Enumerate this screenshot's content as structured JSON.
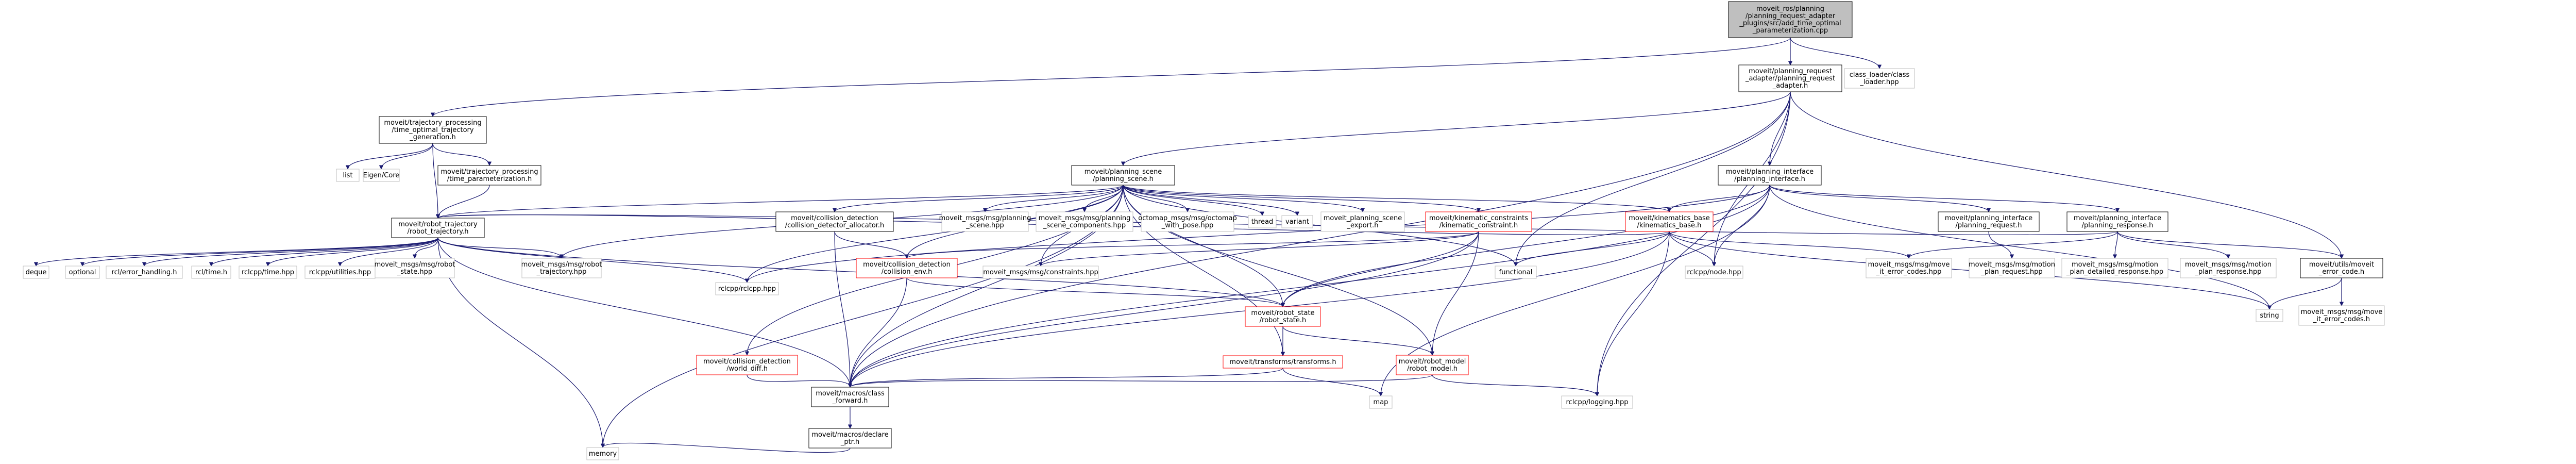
{
  "nodes": {
    "root": {
      "lines": [
        "moveit_ros/planning",
        "/planning_request_adapter",
        "_plugins/src/add_time_optimal",
        "_parameterization.cpp"
      ],
      "fill": "#bfbfbf",
      "stroke": "#000000"
    },
    "planning_request_adapter": {
      "lines": [
        "moveit/planning_request",
        "_adapter/planning_request",
        "_adapter.h"
      ],
      "fill": "#ffffff",
      "stroke": "#000000"
    },
    "class_loader": {
      "lines": [
        "class_loader/class",
        "_loader.hpp"
      ],
      "fill": "#ffffff",
      "stroke": "#bfbfbf"
    },
    "time_optimal": {
      "lines": [
        "moveit/trajectory_processing",
        "/time_optimal_trajectory",
        "_generation.h"
      ],
      "fill": "#ffffff",
      "stroke": "#000000"
    },
    "planning_scene": {
      "lines": [
        "moveit/planning_scene",
        "/planning_scene.h"
      ],
      "fill": "#ffffff",
      "stroke": "#000000"
    },
    "planning_interface": {
      "lines": [
        "moveit/planning_interface",
        "/planning_interface.h"
      ],
      "fill": "#ffffff",
      "stroke": "#000000"
    },
    "list": {
      "lines": [
        "list"
      ],
      "fill": "#ffffff",
      "stroke": "#bfbfbf"
    },
    "eigen": {
      "lines": [
        "Eigen/Core"
      ],
      "fill": "#ffffff",
      "stroke": "#bfbfbf"
    },
    "time_param": {
      "lines": [
        "moveit/trajectory_processing",
        "/time_parameterization.h"
      ],
      "fill": "#ffffff",
      "stroke": "#000000"
    },
    "collision_allocator": {
      "lines": [
        "moveit/collision_detection",
        "/collision_detector_allocator.h"
      ],
      "fill": "#ffffff",
      "stroke": "#000000"
    },
    "msg_planning_scene": {
      "lines": [
        "moveit_msgs/msg/planning",
        "_scene.hpp"
      ],
      "fill": "#ffffff",
      "stroke": "#bfbfbf"
    },
    "msg_scene_components": {
      "lines": [
        "moveit_msgs/msg/planning",
        "_scene_components.hpp"
      ],
      "fill": "#ffffff",
      "stroke": "#bfbfbf"
    },
    "octomap": {
      "lines": [
        "octomap_msgs/msg/octomap",
        "_with_pose.hpp"
      ],
      "fill": "#ffffff",
      "stroke": "#bfbfbf"
    },
    "thread": {
      "lines": [
        "thread"
      ],
      "fill": "#ffffff",
      "stroke": "#bfbfbf"
    },
    "variant": {
      "lines": [
        "variant"
      ],
      "fill": "#ffffff",
      "stroke": "#bfbfbf"
    },
    "scene_export": {
      "lines": [
        "moveit_planning_scene",
        "_export.h"
      ],
      "fill": "#ffffff",
      "stroke": "#bfbfbf"
    },
    "kinematic_constraint": {
      "lines": [
        "moveit/kinematic_constraints",
        "/kinematic_constraint.h"
      ],
      "fill": "#ffffff",
      "stroke": "#ff0000"
    },
    "kinematics_base": {
      "lines": [
        "moveit/kinematics_base",
        "/kinematics_base.h"
      ],
      "fill": "#ffffff",
      "stroke": "#ff0000"
    },
    "planning_request": {
      "lines": [
        "moveit/planning_interface",
        "/planning_request.h"
      ],
      "fill": "#ffffff",
      "stroke": "#000000"
    },
    "planning_response": {
      "lines": [
        "moveit/planning_interface",
        "/planning_response.h"
      ],
      "fill": "#ffffff",
      "stroke": "#000000"
    },
    "robot_trajectory": {
      "lines": [
        "moveit/robot_trajectory",
        "/robot_trajectory.h"
      ],
      "fill": "#ffffff",
      "stroke": "#000000"
    },
    "collision_env": {
      "lines": [
        "moveit/collision_detection",
        "/collision_env.h"
      ],
      "fill": "#ffffff",
      "stroke": "#ff0000"
    },
    "constraints_hpp": {
      "lines": [
        "moveit_msgs/msg/constraints.hpp"
      ],
      "fill": "#ffffff",
      "stroke": "#bfbfbf"
    },
    "functional": {
      "lines": [
        "functional"
      ],
      "fill": "#ffffff",
      "stroke": "#bfbfbf"
    },
    "rclcpp_node": {
      "lines": [
        "rclcpp/node.hpp"
      ],
      "fill": "#ffffff",
      "stroke": "#bfbfbf"
    },
    "moveit_error_codes": {
      "lines": [
        "moveit_msgs/msg/move",
        "_it_error_codes.hpp"
      ],
      "fill": "#ffffff",
      "stroke": "#bfbfbf"
    },
    "motion_plan_request": {
      "lines": [
        "moveit_msgs/msg/motion",
        "_plan_request.hpp"
      ],
      "fill": "#ffffff",
      "stroke": "#bfbfbf"
    },
    "motion_plan_detailed": {
      "lines": [
        "moveit_msgs/msg/motion",
        "_plan_detailed_response.hpp"
      ],
      "fill": "#ffffff",
      "stroke": "#bfbfbf"
    },
    "motion_plan_response": {
      "lines": [
        "moveit_msgs/msg/motion",
        "_plan_response.hpp"
      ],
      "fill": "#ffffff",
      "stroke": "#bfbfbf"
    },
    "moveit_error_code": {
      "lines": [
        "moveit/utils/moveit",
        "_error_code.h"
      ],
      "fill": "#ffffff",
      "stroke": "#000000"
    },
    "deque": {
      "lines": [
        "deque"
      ],
      "fill": "#ffffff",
      "stroke": "#bfbfbf"
    },
    "optional": {
      "lines": [
        "optional"
      ],
      "fill": "#ffffff",
      "stroke": "#bfbfbf"
    },
    "rcl_error": {
      "lines": [
        "rcl/error_handling.h"
      ],
      "fill": "#ffffff",
      "stroke": "#bfbfbf"
    },
    "rcl_time": {
      "lines": [
        "rcl/time.h"
      ],
      "fill": "#ffffff",
      "stroke": "#bfbfbf"
    },
    "rclcpp_time": {
      "lines": [
        "rclcpp/time.hpp"
      ],
      "fill": "#ffffff",
      "stroke": "#bfbfbf"
    },
    "rclcpp_utilities": {
      "lines": [
        "rclcpp/utilities.hpp"
      ],
      "fill": "#ffffff",
      "stroke": "#bfbfbf"
    },
    "robot_state_hpp": {
      "lines": [
        "moveit_msgs/msg/robot",
        "_state.hpp"
      ],
      "fill": "#ffffff",
      "stroke": "#bfbfbf"
    },
    "robot_trajectory_hpp": {
      "lines": [
        "moveit_msgs/msg/robot",
        "_trajectory.hpp"
      ],
      "fill": "#ffffff",
      "stroke": "#bfbfbf"
    },
    "rclcpp_hpp": {
      "lines": [
        "rclcpp/rclcpp.hpp"
      ],
      "fill": "#ffffff",
      "stroke": "#bfbfbf"
    },
    "robot_state": {
      "lines": [
        "moveit/robot_state",
        "/robot_state.h"
      ],
      "fill": "#ffffff",
      "stroke": "#ff0000"
    },
    "string": {
      "lines": [
        "string"
      ],
      "fill": "#ffffff",
      "stroke": "#bfbfbf"
    },
    "moveit_error_codes2": {
      "lines": [
        "moveit_msgs/msg/move",
        "_it_error_codes.h"
      ],
      "fill": "#ffffff",
      "stroke": "#bfbfbf"
    },
    "world_diff": {
      "lines": [
        "moveit/collision_detection",
        "/world_diff.h"
      ],
      "fill": "#ffffff",
      "stroke": "#ff0000"
    },
    "transforms": {
      "lines": [
        "moveit/transforms/transforms.h"
      ],
      "fill": "#ffffff",
      "stroke": "#ff0000"
    },
    "robot_model": {
      "lines": [
        "moveit/robot_model",
        "/robot_model.h"
      ],
      "fill": "#ffffff",
      "stroke": "#ff0000"
    },
    "class_forward": {
      "lines": [
        "moveit/macros/class",
        "_forward.h"
      ],
      "fill": "#ffffff",
      "stroke": "#000000"
    },
    "map": {
      "lines": [
        "map"
      ],
      "fill": "#ffffff",
      "stroke": "#bfbfbf"
    },
    "rclcpp_logging": {
      "lines": [
        "rclcpp/logging.hpp"
      ],
      "fill": "#ffffff",
      "stroke": "#bfbfbf"
    },
    "declare_ptr": {
      "lines": [
        "moveit/macros/declare",
        "_ptr.h"
      ],
      "fill": "#ffffff",
      "stroke": "#000000"
    },
    "memory": {
      "lines": [
        "memory"
      ],
      "fill": "#ffffff",
      "stroke": "#bfbfbf"
    }
  },
  "edges": [
    [
      "root",
      "planning_request_adapter"
    ],
    [
      "root",
      "class_loader"
    ],
    [
      "root",
      "time_optimal"
    ],
    [
      "planning_request_adapter",
      "planning_scene"
    ],
    [
      "planning_request_adapter",
      "planning_interface"
    ],
    [
      "planning_request_adapter",
      "functional"
    ],
    [
      "planning_request_adapter",
      "rclcpp_node"
    ],
    [
      "planning_request_adapter",
      "moveit_error_code"
    ],
    [
      "planning_request_adapter",
      "class_forward"
    ],
    [
      "planning_request_adapter",
      "rclcpp_logging"
    ],
    [
      "time_optimal",
      "list"
    ],
    [
      "time_optimal",
      "eigen"
    ],
    [
      "time_optimal",
      "time_param"
    ],
    [
      "time_optimal",
      "robot_trajectory"
    ],
    [
      "time_param",
      "robot_trajectory"
    ],
    [
      "planning_scene",
      "collision_allocator"
    ],
    [
      "planning_scene",
      "msg_planning_scene"
    ],
    [
      "planning_scene",
      "msg_scene_components"
    ],
    [
      "planning_scene",
      "octomap"
    ],
    [
      "planning_scene",
      "thread"
    ],
    [
      "planning_scene",
      "variant"
    ],
    [
      "planning_scene",
      "scene_export"
    ],
    [
      "planning_scene",
      "kinematic_constraint"
    ],
    [
      "planning_scene",
      "kinematics_base"
    ],
    [
      "planning_scene",
      "robot_trajectory"
    ],
    [
      "planning_scene",
      "collision_env"
    ],
    [
      "planning_scene",
      "constraints_hpp"
    ],
    [
      "planning_scene",
      "functional"
    ],
    [
      "planning_scene",
      "world_diff"
    ],
    [
      "planning_scene",
      "robot_state"
    ],
    [
      "planning_scene",
      "robot_model"
    ],
    [
      "planning_scene",
      "transforms"
    ],
    [
      "planning_scene",
      "class_forward"
    ],
    [
      "planning_scene",
      "rclcpp_hpp"
    ],
    [
      "planning_scene",
      "robot_trajectory_hpp"
    ],
    [
      "planning_scene",
      "memory"
    ],
    [
      "planning_interface",
      "planning_request"
    ],
    [
      "planning_interface",
      "planning_response"
    ],
    [
      "planning_interface",
      "kinematics_base"
    ],
    [
      "planning_interface",
      "rclcpp_node"
    ],
    [
      "planning_interface",
      "string"
    ],
    [
      "planning_interface",
      "map"
    ],
    [
      "planning_interface",
      "class_forward"
    ],
    [
      "planning_interface",
      "robot_state"
    ],
    [
      "planning_interface",
      "rclcpp_hpp"
    ],
    [
      "collision_allocator",
      "collision_env"
    ],
    [
      "collision_allocator",
      "class_forward"
    ],
    [
      "kinematic_constraint",
      "constraints_hpp"
    ],
    [
      "kinematic_constraint",
      "robot_state"
    ],
    [
      "kinematic_constraint",
      "robot_model"
    ],
    [
      "kinematic_constraint",
      "collision_env"
    ],
    [
      "kinematic_constraint",
      "class_forward"
    ],
    [
      "kinematics_base",
      "functional"
    ],
    [
      "kinematics_base",
      "rclcpp_node"
    ],
    [
      "kinematics_base",
      "moveit_error_codes"
    ],
    [
      "kinematics_base",
      "string"
    ],
    [
      "kinematics_base",
      "robot_trajectory"
    ],
    [
      "kinematics_base",
      "class_forward"
    ],
    [
      "kinematics_base",
      "rclcpp_logging"
    ],
    [
      "planning_request",
      "motion_plan_request"
    ],
    [
      "planning_response",
      "motion_plan_detailed"
    ],
    [
      "planning_response",
      "motion_plan_response"
    ],
    [
      "planning_response",
      "moveit_error_codes"
    ],
    [
      "planning_response",
      "moveit_error_code"
    ],
    [
      "planning_response",
      "robot_trajectory"
    ],
    [
      "moveit_error_code",
      "string"
    ],
    [
      "moveit_error_code",
      "moveit_error_codes2"
    ],
    [
      "robot_trajectory",
      "deque"
    ],
    [
      "robot_trajectory",
      "optional"
    ],
    [
      "robot_trajectory",
      "rcl_error"
    ],
    [
      "robot_trajectory",
      "rcl_time"
    ],
    [
      "robot_trajectory",
      "rclcpp_time"
    ],
    [
      "robot_trajectory",
      "rclcpp_utilities"
    ],
    [
      "robot_trajectory",
      "robot_state_hpp"
    ],
    [
      "robot_trajectory",
      "robot_trajectory_hpp"
    ],
    [
      "robot_trajectory",
      "rclcpp_hpp"
    ],
    [
      "robot_trajectory",
      "robot_state"
    ],
    [
      "robot_trajectory",
      "class_forward"
    ],
    [
      "robot_trajectory",
      "memory"
    ],
    [
      "collision_env",
      "robot_state"
    ],
    [
      "collision_env",
      "class_forward"
    ],
    [
      "world_diff",
      "class_forward"
    ],
    [
      "robot_state",
      "transforms"
    ],
    [
      "robot_state",
      "robot_model"
    ],
    [
      "transforms",
      "class_forward"
    ],
    [
      "transforms",
      "map"
    ],
    [
      "robot_model",
      "class_forward"
    ],
    [
      "robot_model",
      "rclcpp_logging"
    ],
    [
      "class_forward",
      "declare_ptr"
    ],
    [
      "declare_ptr",
      "memory"
    ]
  ]
}
